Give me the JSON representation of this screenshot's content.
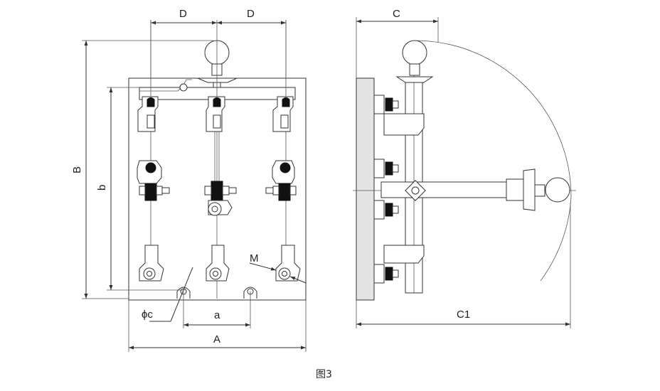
{
  "front_view": {
    "dim_D_left": "D",
    "dim_D_right": "D",
    "dim_B": "B",
    "dim_b": "b",
    "dim_phi_c": "ϕc",
    "dim_a": "a",
    "dim_A": "A",
    "callout_M": "M"
  },
  "side_view": {
    "dim_C": "C",
    "dim_C1": "C1"
  },
  "figure_caption": "图3",
  "colors": {
    "line": "#333333",
    "fill": "#e4e4e4",
    "solid": "#111111"
  }
}
